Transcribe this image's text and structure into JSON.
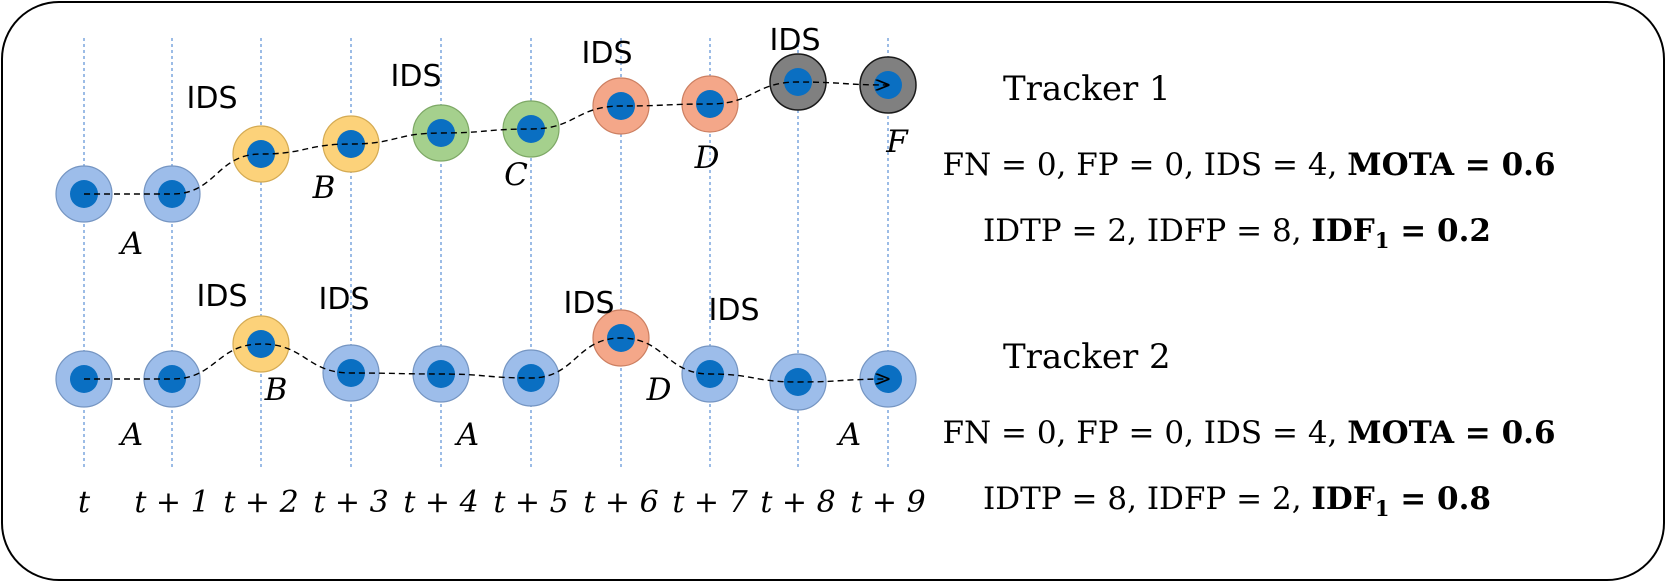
{
  "time_labels": [
    "t",
    "t + 1",
    "t + 2",
    "t + 3",
    "t + 4",
    "t + 5",
    "t + 6",
    "t + 7",
    "t + 8",
    "t + 9"
  ],
  "colors": {
    "A": "#9dbdea",
    "B": "#fcd27a",
    "C": "#a5d08d",
    "D": "#f4a789",
    "F": "#808080",
    "dot": "#0a6fc2",
    "gridline": "#5b8fd6"
  },
  "trackers": [
    {
      "name": "Tracker 1",
      "nodes": [
        "A",
        "A",
        "B",
        "B",
        "C",
        "C",
        "D",
        "D",
        "F",
        "F"
      ],
      "ids_marks": [
        "IDS",
        "IDS",
        "IDS",
        "IDS"
      ],
      "segment_labels": [
        "A",
        "B",
        "C",
        "D",
        "F"
      ],
      "metrics_line1": {
        "fn_label": "FN",
        "fn_value": "0",
        "fp_label": "FP",
        "fp_value": "0",
        "ids_label": "IDS",
        "ids_value": "4",
        "mota_label": "MOTA",
        "mota_value": "0.6"
      },
      "metrics_line2": {
        "idtp_label": "IDTP",
        "idtp_value": "2",
        "idfp_label": "IDFP",
        "idfp_value": "8",
        "idf_label": "IDF",
        "idf_sub": "1",
        "idf_value": "0.2"
      }
    },
    {
      "name": "Tracker 2",
      "nodes": [
        "A",
        "A",
        "B",
        "A",
        "A",
        "A",
        "D",
        "A",
        "A",
        "A"
      ],
      "ids_marks": [
        "IDS",
        "IDS",
        "IDS",
        "IDS"
      ],
      "segment_labels": [
        "A",
        "B",
        "A",
        "D",
        "A"
      ],
      "metrics_line1": {
        "fn_label": "FN",
        "fn_value": "0",
        "fp_label": "FP",
        "fp_value": "0",
        "ids_label": "IDS",
        "ids_value": "4",
        "mota_label": "MOTA",
        "mota_value": "0.6"
      },
      "metrics_line2": {
        "idtp_label": "IDTP",
        "idtp_value": "8",
        "idfp_label": "IDFP",
        "idfp_value": "2",
        "idf_label": "IDF",
        "idf_sub": "1",
        "idf_value": "0.8"
      }
    }
  ]
}
